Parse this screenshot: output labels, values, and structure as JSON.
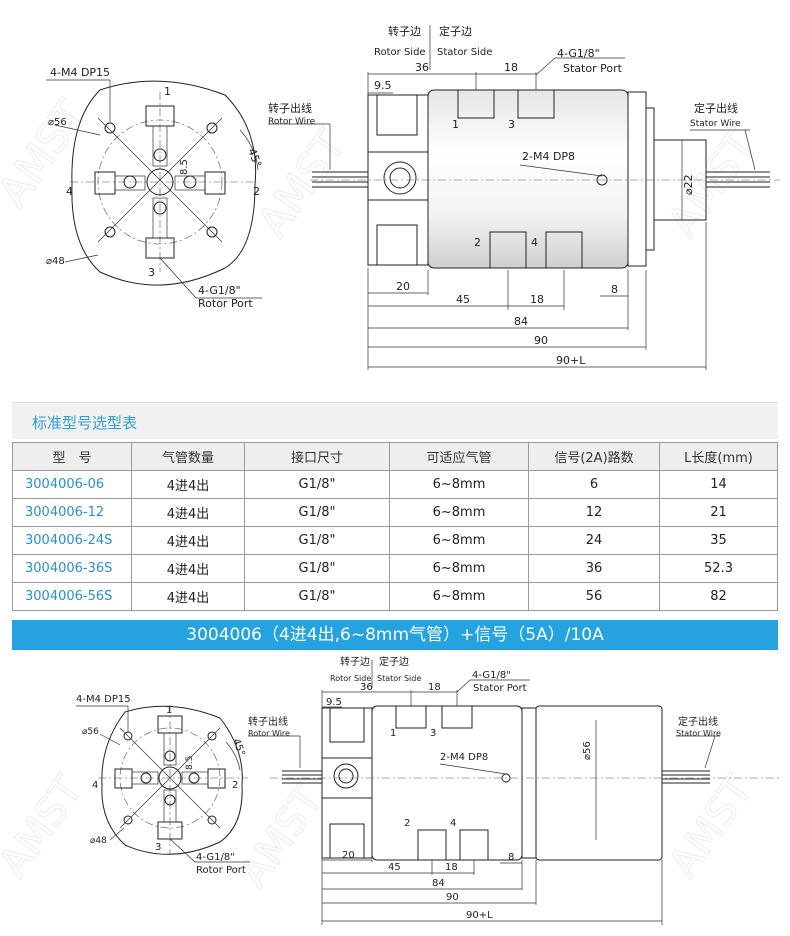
{
  "top_drawing": {
    "labels": {
      "rotor_side_cn": "转子边",
      "stator_side_cn": "定子边",
      "rotor_side_en": "Rotor Side",
      "stator_side_en": "Stator Side",
      "rotor_wire_cn": "转子出线",
      "rotor_wire_en": "Rotor Wire",
      "stator_wire_cn": "定子出线",
      "stator_wire_en": "Stator Wire",
      "stator_port_size": "4-G1/8\"",
      "stator_port_en": "Stator Port",
      "rotor_port_size": "4-G1/8\"",
      "rotor_port_en": "Rotor Port",
      "mount_holes": "4-M4 DP15",
      "tapped": "2-M4 DP8",
      "dia_56": "⌀56",
      "dia_48": "⌀48",
      "dia_22": "⌀22",
      "angle": "45°",
      "dim_85": "8.5",
      "port_1": "1",
      "port_2": "2",
      "port_3": "3",
      "port_4": "4"
    },
    "dims": {
      "d9_5": "9.5",
      "d36": "36",
      "d18_top": "18",
      "d20": "20",
      "d45": "45",
      "d18_bottom": "18",
      "d8": "8",
      "d84": "84",
      "d90": "90",
      "d90L": "90+L"
    }
  },
  "section_title": "标准型号选型表",
  "table": {
    "headers": [
      "型　号",
      "气管数量",
      "接口尺寸",
      "可适应气管",
      "信号(2A)路数",
      "L长度(mm)"
    ],
    "rows": [
      [
        "3004006-06",
        "4进4出",
        "G1/8\"",
        "6~8mm",
        "6",
        "14"
      ],
      [
        "3004006-12",
        "4进4出",
        "G1/8\"",
        "6~8mm",
        "12",
        "21"
      ],
      [
        "3004006-24S",
        "4进4出",
        "G1/8\"",
        "6~8mm",
        "24",
        "35"
      ],
      [
        "3004006-36S",
        "4进4出",
        "G1/8\"",
        "6~8mm",
        "36",
        "52.3"
      ],
      [
        "3004006-56S",
        "4进4出",
        "G1/8\"",
        "6~8mm",
        "56",
        "82"
      ]
    ]
  },
  "banner": "3004006（4进4出,6~8mm气管）+信号（5A）/10A",
  "bottom_drawing": {
    "labels": {
      "rotor_side_cn": "转子边",
      "stator_side_cn": "定子边",
      "rotor_side_en": "Rotor Side",
      "stator_side_en": "Stator Side",
      "rotor_wire_cn": "转子出线",
      "rotor_wire_en": "Rotor Wire",
      "stator_wire_cn": "定子出线",
      "stator_wire_en": "Stator Wire",
      "stator_port_size": "4-G1/8\"",
      "stator_port_en": "Stator Port",
      "rotor_port_size": "4-G1/8\"",
      "rotor_port_en": "Rotor Port",
      "mount_holes": "4-M4 DP15",
      "tapped": "2-M4 DP8",
      "dia_56_left": "⌀56",
      "dia_56_body": "⌀56",
      "dia_48": "⌀48",
      "angle": "45°",
      "dim_85": "8.5",
      "port_1": "1",
      "port_2": "2",
      "port_3": "3",
      "port_4": "4"
    },
    "dims": {
      "d9_5": "9.5",
      "d36": "36",
      "d18_top": "18",
      "d20": "20",
      "d45": "45",
      "d18_bottom": "18",
      "d8": "8",
      "d84": "84",
      "d90": "90",
      "d90L": "90+L"
    }
  },
  "colors": {
    "accent_blue": "#24a3e0",
    "model_text": "#2a8fd0",
    "title_text": "#2aa0dc"
  }
}
